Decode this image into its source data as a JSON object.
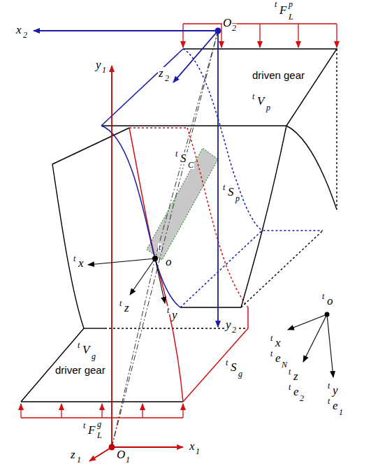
{
  "diagram": {
    "labels": [
      "t",
      "F",
      "p",
      "L",
      "x",
      "2",
      "O",
      "2",
      "z",
      "2",
      "driven gear",
      "t",
      "V",
      "p",
      "y",
      "1",
      "t",
      "S",
      "C",
      "t",
      "S",
      "p",
      "t",
      "x",
      "t",
      "o",
      "t",
      "z",
      "t",
      "y",
      "y",
      "2",
      "t",
      "V",
      "g",
      "driver gear",
      "t",
      "S",
      "g",
      "t",
      "F",
      "g",
      "L",
      "O",
      "1",
      "x",
      "1",
      "z",
      "1",
      "t",
      "o",
      "t",
      "x",
      "t",
      "e",
      "N",
      "t",
      "z",
      "t",
      "e",
      "2",
      "t",
      "y",
      "t",
      "e",
      "1"
    ]
  }
}
